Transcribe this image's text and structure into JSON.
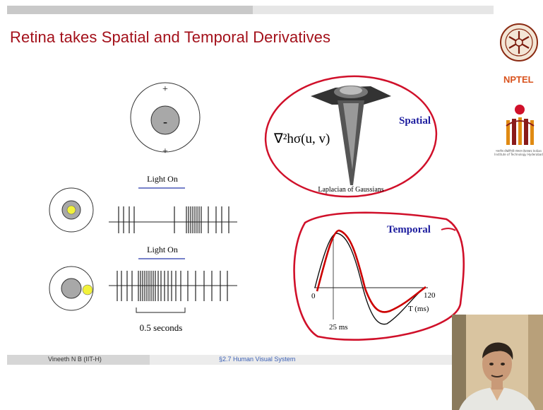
{
  "slide": {
    "title": "Retina takes Spatial and Temporal Derivatives"
  },
  "receptive_field": {
    "center_sign": "-",
    "surround_sign_top": "+",
    "surround_sign_bottom": "+"
  },
  "spike_trains": [
    {
      "stimulus_label": "Light On"
    },
    {
      "stimulus_label": "Light On"
    }
  ],
  "timescale_label": "0.5 seconds",
  "spatial_panel": {
    "formula": "∇²hσ(u, v)",
    "caption": "Laplacian of Gaussians",
    "annotation": "Spatial"
  },
  "temporal_panel": {
    "annotation": "Temporal",
    "origin_label": "0",
    "end_label": "120",
    "axis_label": "T (ms)",
    "peak_label": "25 ms"
  },
  "footer": {
    "author": "Vineeth N B  (IIT-H)",
    "section": "§2.7 Human Visual System"
  },
  "logos": {
    "nptel": "NPTEL",
    "institute_caption": "भारतीय प्रौद्योगिकी संस्थान हैदराबाद Indian Institute of Technology Hyderabad"
  },
  "colors": {
    "title": "#a3101a",
    "annotation_blue": "#1c1c9e",
    "marker_red": "#d0102a",
    "nptel_orange": "#d9531e"
  },
  "icons": [
    "nptel-logo-icon",
    "iith-logo-icon"
  ]
}
